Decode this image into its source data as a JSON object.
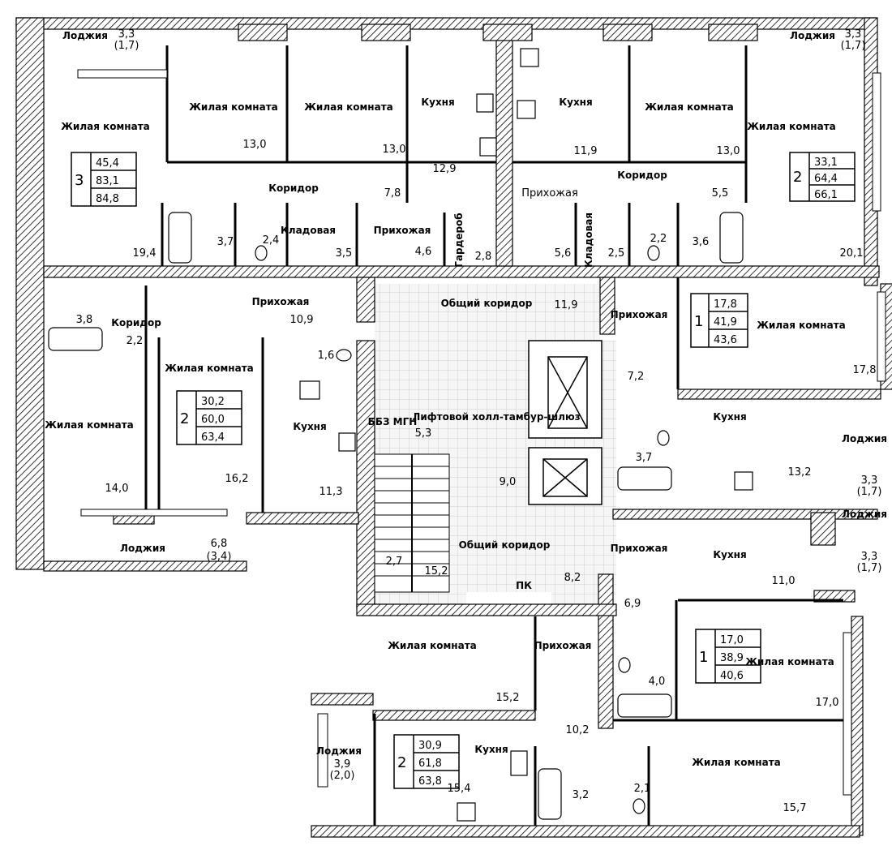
{
  "labels": {
    "loggia": "Лоджия",
    "living": "Жилая комната",
    "kitchen": "Кухня",
    "corridor": "Коридор",
    "hall": "Прихожая",
    "hall_lower": "Прихожая",
    "storage": "Кладовая",
    "storage_alt": "Гардероб",
    "common_corridor": "Общий коридор",
    "lift_hall": "Лифтовой холл-тамбур-шлюз",
    "mgn": "ББЗ МГН",
    "fire_cabinet": "ПК"
  },
  "apartments": [
    {
      "rooms": "3",
      "living": "45,4",
      "total": "83,1",
      "total_loggia": "84,8"
    },
    {
      "rooms": "2",
      "living": "33,1",
      "total": "64,4",
      "total_loggia": "66,1"
    },
    {
      "rooms": "1",
      "living": "17,8",
      "total": "41,9",
      "total_loggia": "43,6"
    },
    {
      "rooms": "2",
      "living": "30,2",
      "total": "60,0",
      "total_loggia": "63,4"
    },
    {
      "rooms": "1",
      "living": "17,0",
      "total": "38,9",
      "total_loggia": "40,6"
    },
    {
      "rooms": "2",
      "living": "30,9",
      "total": "61,8",
      "total_loggia": "63,8"
    }
  ],
  "areas": {
    "a1": "13,0",
    "a2": "13,0",
    "a3": "12,9",
    "a4": "11,9",
    "a5": "13,0",
    "a6": "19,4",
    "a7": "3,7",
    "a8": "2,4",
    "a9": "3,5",
    "a10": "7,8",
    "a11": "4,6",
    "a12": "2,8",
    "a13": "5,6",
    "a14": "2,5",
    "a15": "2,2",
    "a16": "3,6",
    "a17": "5,5",
    "a18": "20,1",
    "a19": "3,8",
    "a20": "2,2",
    "a21": "10,9",
    "a22": "1,6",
    "a23": "11,9",
    "a24": "7,2",
    "a25": "17,8",
    "a26": "14,0",
    "a27": "16,2",
    "a28": "11,3",
    "a29": "5,3",
    "a30": "9,0",
    "a31": "3,7",
    "a32": "13,2",
    "a33": "2,7",
    "a34": "15,2",
    "a35": "8,2",
    "a36": "11,0",
    "a37": "6,9",
    "a38": "4,0",
    "a39": "17,0",
    "a40": "15,2",
    "a41": "10,2",
    "a42": "15,4",
    "a43": "3,2",
    "a44": "2,1",
    "a45": "15,7"
  },
  "loggias": {
    "l1": {
      "area": "3,3",
      "net": "(1,7)"
    },
    "l2": {
      "area": "3,3",
      "net": "(1,7)"
    },
    "l3": {
      "area": "3,3",
      "net": "(1,7)"
    },
    "l4": {
      "area": "3,3",
      "net": "(1,7)"
    },
    "l5": {
      "area": "6,8",
      "net": "(3,4)"
    },
    "l6": {
      "area": "3,9",
      "net": "(2,0)"
    }
  }
}
